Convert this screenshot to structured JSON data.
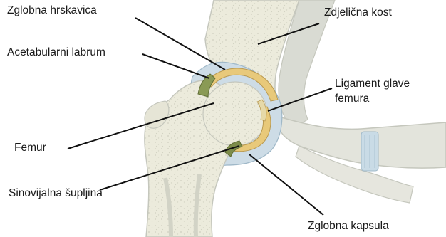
{
  "labels": {
    "cartilage": "Zglobna hrskavica",
    "pelvis": "Zdjelična kost",
    "labrum": "Acetabularni labrum",
    "ligament_line1": "Ligament glave",
    "ligament_line2": "femura",
    "femur": "Femur",
    "synovial": "Sinovijalna šupljina",
    "capsule": "Zglobna kapsula"
  },
  "colors": {
    "bone": "#efeee0",
    "bone_outline": "#c5c7bd",
    "cartilage": "#e8c97a",
    "labrum": "#8a9a55",
    "capsule": "#c9d9e4",
    "leader": "#111111"
  }
}
